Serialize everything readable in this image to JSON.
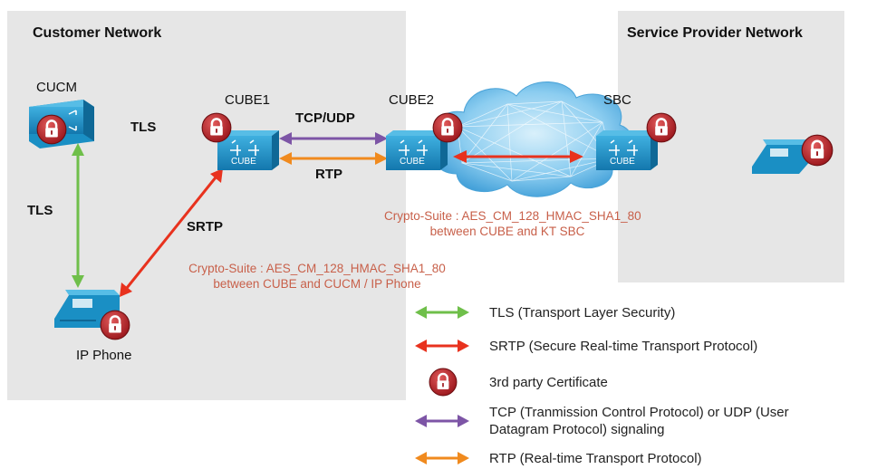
{
  "regions": {
    "customer": {
      "title": "Customer Network"
    },
    "provider": {
      "title": "Service Provider Network"
    }
  },
  "devices": {
    "cucm": "CUCM",
    "cube1": "CUBE1",
    "cube2": "CUBE2",
    "sbc": "SBC",
    "ip_phone": "IP Phone",
    "cube_badge": "CUBE"
  },
  "links": {
    "tls_top": "TLS",
    "tls_left": "TLS",
    "tcp_udp": "TCP/UDP",
    "rtp": "RTP",
    "srtp": "SRTP"
  },
  "crypto": {
    "provider_line1": "Crypto-Suite : AES_CM_128_HMAC_SHA1_80",
    "provider_line2": "between CUBE and KT SBC",
    "customer_line1": "Crypto-Suite : AES_CM_128_HMAC_SHA1_80",
    "customer_line2": "between CUBE and CUCM / IP Phone"
  },
  "legend": [
    {
      "kind": "tls-arrow",
      "color": "#6fbf4a",
      "text": "TLS (Transport Layer Security)"
    },
    {
      "kind": "srtp-arrow",
      "color": "#e8321e",
      "text": "SRTP (Secure Real-time Transport Protocol)"
    },
    {
      "kind": "certificate",
      "color": "#c0262b",
      "text": "3rd party Certificate"
    },
    {
      "kind": "tcp-udp-arrow",
      "color": "#7d55a6",
      "text": "TCP (Tranmission Control Protocol) or UDP (User Datagram Protocol) signaling"
    },
    {
      "kind": "rtp-arrow",
      "color": "#f08a1e",
      "text": "RTP (Real-time Transport Protocol)"
    }
  ],
  "colors": {
    "tls": "#6fbf4a",
    "srtp": "#e8321e",
    "tcp_udp": "#7d55a6",
    "rtp": "#f08a1e",
    "lock": "#c0262b",
    "device_blue": "#1a8fc4",
    "cloud": "#7cc4ec"
  }
}
